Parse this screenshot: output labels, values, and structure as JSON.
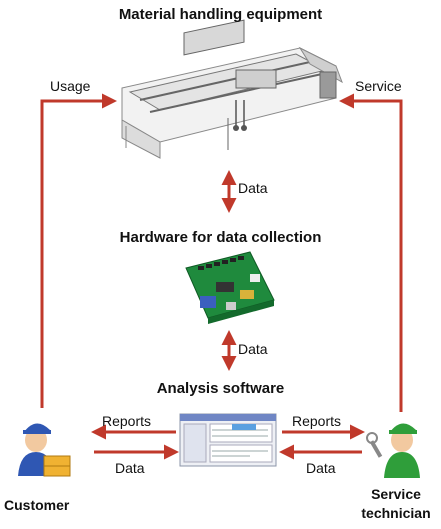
{
  "titles": {
    "equipment": "Material handling equipment",
    "hardware": "Hardware for data collection",
    "software": "Analysis software"
  },
  "flows": {
    "usage": "Usage",
    "service": "Service",
    "data_top": "Data",
    "data_mid": "Data",
    "reports_left": "Reports",
    "data_left": "Data",
    "reports_right": "Reports",
    "data_right": "Data"
  },
  "actors": {
    "customer": "Customer",
    "technician_line1": "Service",
    "technician_line2": "technician"
  },
  "colors": {
    "arrow": "#c0392b",
    "customer_shirt": "#2f57b3",
    "customer_hat": "#2f57b3",
    "technician_shirt": "#2f9e3a",
    "technician_hat": "#2f9e3a",
    "board": "#1f8a3d"
  }
}
